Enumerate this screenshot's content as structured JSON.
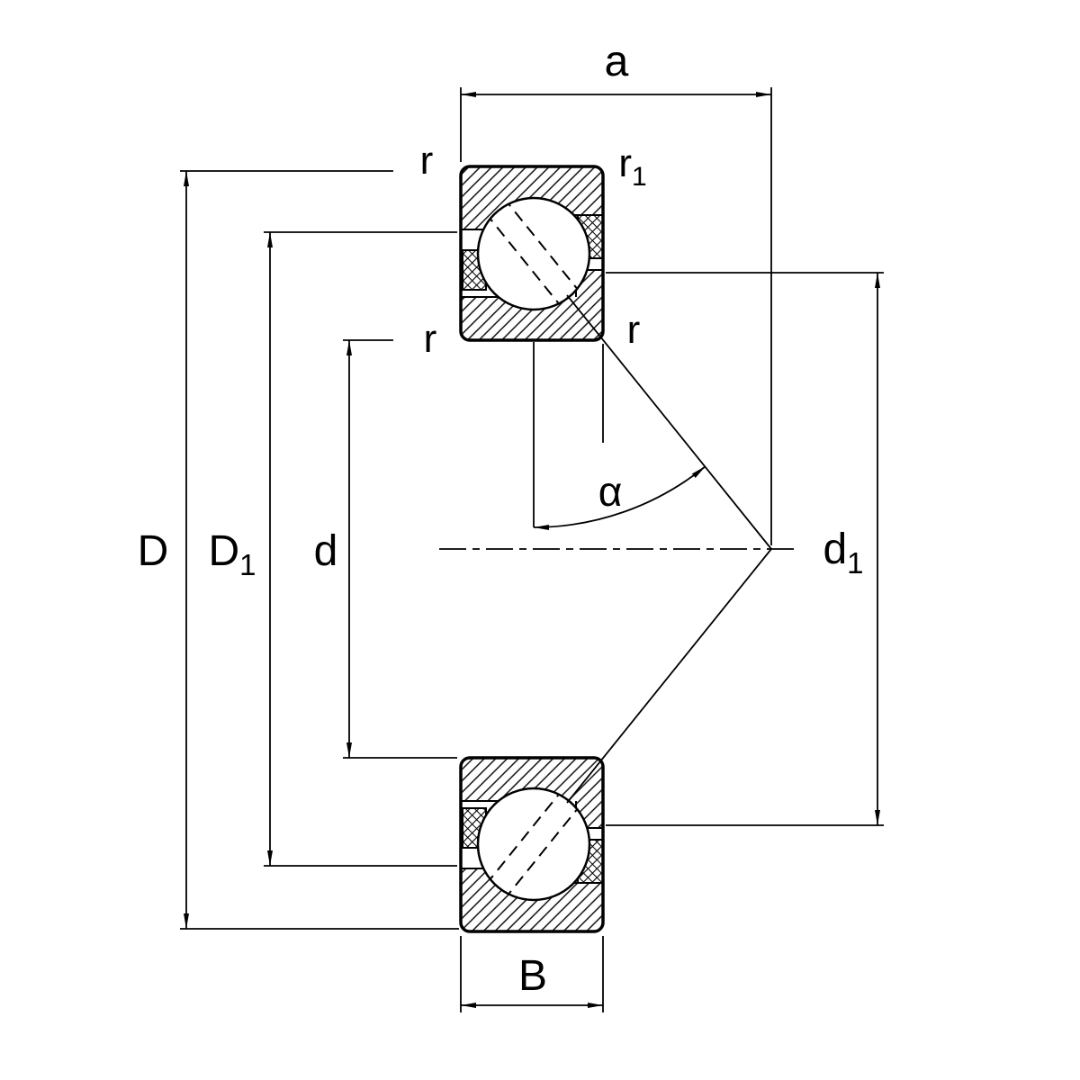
{
  "diagram": {
    "kind": "angular-contact-ball-bearing-cross-section",
    "colors": {
      "line": "#000000",
      "background": "#ffffff"
    },
    "labels": {
      "a": "a",
      "alpha": "α",
      "B": "B",
      "D": "D",
      "d": "d",
      "D1_main": "D",
      "D1_sub": "1",
      "d1_main": "d",
      "d1_sub": "1",
      "r1_main": "r",
      "r1_sub": "1",
      "r_top_left": "r",
      "r_inner_left": "r",
      "r_inner_right": "r"
    }
  }
}
